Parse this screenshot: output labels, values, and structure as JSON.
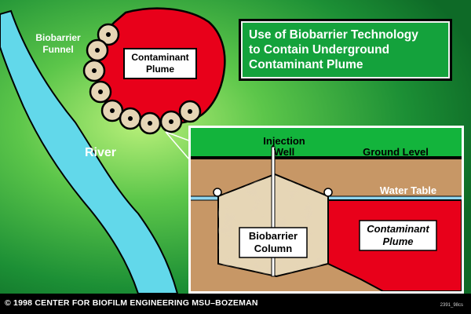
{
  "title": {
    "lines": [
      "Use of Biobarrier Technology",
      "to Contain Underground",
      "Contaminant Plume"
    ]
  },
  "labels": {
    "biobarrier_funnel": [
      "Biobarrier",
      "Funnel"
    ],
    "contaminant_plume_map": [
      "Contaminant",
      "Plume"
    ],
    "river": "River",
    "injection_well": [
      "Injection",
      "Well"
    ],
    "ground_level": "Ground Level",
    "water_table": "Water Table",
    "biobarrier_column": [
      "Biobarrier",
      "Column"
    ],
    "contaminant_plume_section": [
      "Contaminant",
      "Plume"
    ]
  },
  "footer": {
    "copyright": "© 1998  CENTER FOR BIOFILM ENGINEERING  MSU–BOZEMAN",
    "code": "2391_98cs"
  },
  "colors": {
    "background_green": "#1f9a38",
    "river_cyan": "#62d8ea",
    "plume_red": "#e8001a",
    "ground_green": "#13b43c",
    "soil_tan": "#c79766",
    "column_beige": "#e6d6b6"
  }
}
